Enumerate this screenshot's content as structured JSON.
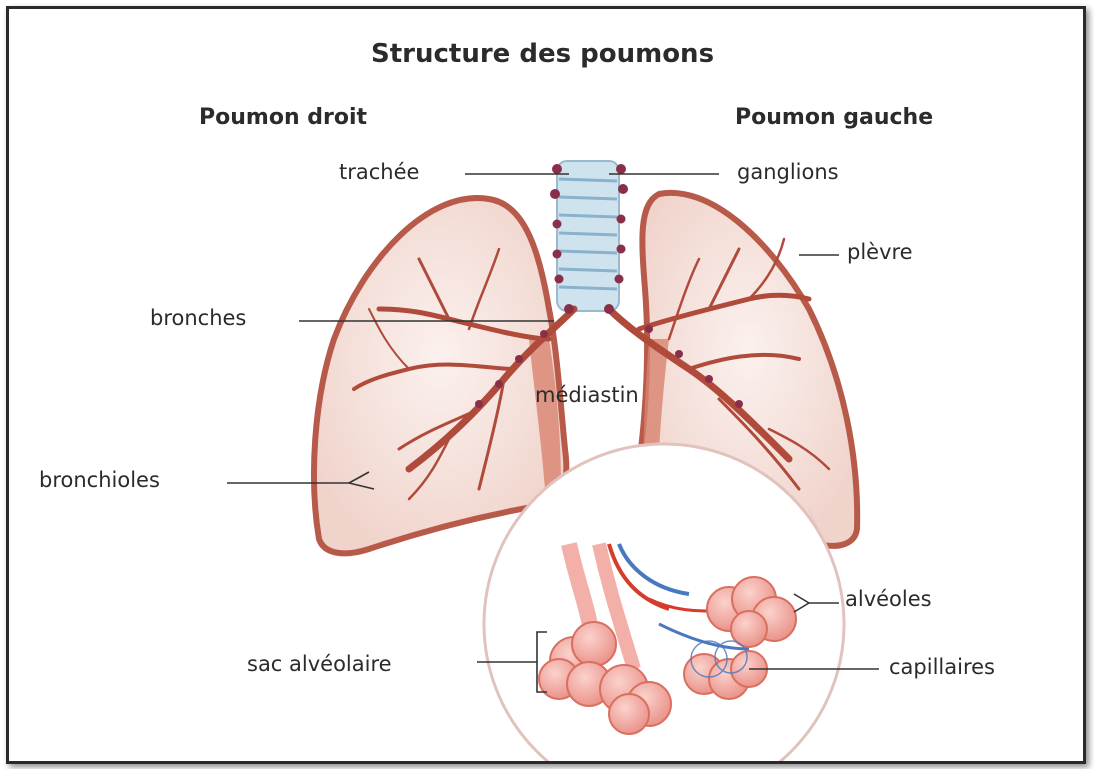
{
  "title": "Structure des poumons",
  "headers": {
    "right_lung": "Poumon droit",
    "left_lung": "Poumon gauche"
  },
  "labels": {
    "trachee": "trachée",
    "ganglions": "ganglions",
    "plevre": "plèvre",
    "bronches": "bronches",
    "mediastin": "médiastin",
    "bronchioles": "bronchioles",
    "alveoles": "alvéoles",
    "sac_alveolaire": "sac alvéolaire",
    "capillaires": "capillaires"
  },
  "colors": {
    "lung_outline": "#b85a4a",
    "lung_fill": "#f6e4df",
    "lung_wall": "#d9836f",
    "bronchi": "#b04a3a",
    "node": "#8a2f4a",
    "trachea": "#cfe3ef",
    "alveoli": "#f2a8a0",
    "artery": "#d63b2c",
    "vein": "#4a78c0"
  }
}
